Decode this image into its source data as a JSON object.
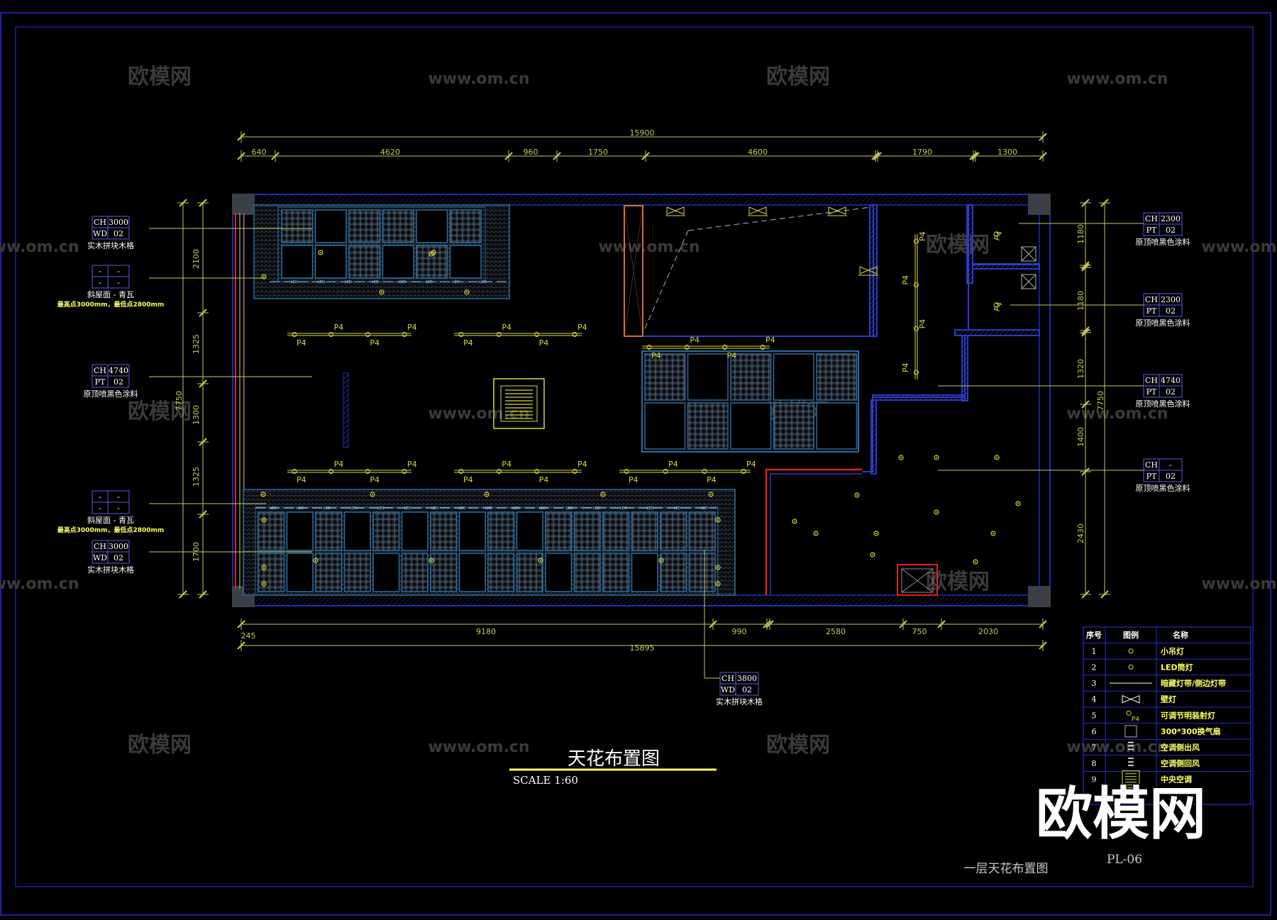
{
  "watermark": {
    "brand": "欧模网",
    "site": "www.om.cn",
    "logo": "欧模网"
  },
  "plan": {
    "title": "天花布置图",
    "scale": "SCALE 1:60",
    "sheet_name": "一层天花布置图",
    "sheet_no": "PL-06"
  },
  "dims": {
    "top_total": "15900",
    "top": [
      "640",
      "4620",
      "960",
      "1750",
      "4600",
      "1790",
      "1300"
    ],
    "bottom": [
      "245",
      "9180",
      "990",
      "2580",
      "750",
      "2030"
    ],
    "bottom_total": "15895",
    "left_total": "7750",
    "left": [
      "2100",
      "1325",
      "1300",
      "1325",
      "1700"
    ],
    "right_total": "7750",
    "right": [
      "1180",
      "1180",
      "1320",
      "1400",
      "2430"
    ]
  },
  "tags_left": [
    {
      "k1": "CH",
      "v1": "3000",
      "k2": "WD",
      "v2": "02",
      "desc": "实木拼块木格",
      "desc2": ""
    },
    {
      "k1": "-",
      "v1": "-",
      "k2": "-",
      "v2": "-",
      "desc": "斜屋面 - 青瓦",
      "desc2": "最高点3000mm，最低点2800mm"
    },
    {
      "k1": "CH",
      "v1": "4740",
      "k2": "PT",
      "v2": "02",
      "desc": "原顶喷黑色涂料",
      "desc2": ""
    },
    {
      "k1": "-",
      "v1": "-",
      "k2": "-",
      "v2": "-",
      "desc": "斜屋面 - 青瓦",
      "desc2": "最高点3000mm，最低点2800mm"
    },
    {
      "k1": "CH",
      "v1": "3000",
      "k2": "WD",
      "v2": "02",
      "desc": "实木拼块木格",
      "desc2": ""
    }
  ],
  "tags_right": [
    {
      "k1": "CH",
      "v1": "2300",
      "k2": "PT",
      "v2": "02",
      "desc": "原顶喷黑色涂料"
    },
    {
      "k1": "CH",
      "v1": "2300",
      "k2": "PT",
      "v2": "02",
      "desc": "原顶喷黑色涂料"
    },
    {
      "k1": "CH",
      "v1": "4740",
      "k2": "PT",
      "v2": "02",
      "desc": "原顶喷黑色涂料"
    },
    {
      "k1": "CH",
      "v1": "-",
      "k2": "PT",
      "v2": "02",
      "desc": "原顶喷黑色涂料"
    }
  ],
  "tag_bottom": {
    "k1": "CH",
    "v1": "3800",
    "k2": "WD",
    "v2": "02",
    "desc": "实木拼块木格"
  },
  "spot_label": "P4",
  "led_label": "LED",
  "legend": {
    "headers": [
      "序号",
      "图例",
      "名称"
    ],
    "rows": [
      {
        "no": "1",
        "icon": "pendant-lamp",
        "name": "小吊灯"
      },
      {
        "no": "2",
        "icon": "led-downlight",
        "name": "LED筒灯"
      },
      {
        "no": "3",
        "icon": "led-strip",
        "name": "暗藏灯带/侧边灯带"
      },
      {
        "no": "4",
        "icon": "wall-lamp",
        "name": "壁灯"
      },
      {
        "no": "5",
        "icon": "adjustable-spotlight",
        "name": "可调节明装射灯"
      },
      {
        "no": "6",
        "icon": "exhaust-fan",
        "name": "300*300换气扇"
      },
      {
        "no": "7",
        "icon": "ac-supply-vent",
        "name": "空调侧出风"
      },
      {
        "no": "8",
        "icon": "ac-return-vent",
        "name": "空调侧回风"
      },
      {
        "no": "9",
        "icon": "central-ac",
        "name": "中央空调"
      }
    ]
  },
  "colors": {
    "background": "#000000",
    "wall": "#1c2bb8",
    "grid_blue": "#2a6d9e",
    "lamp_yellow": "#d8d840",
    "dimension": "#c8c860",
    "tag_box": "#5a5ae6",
    "accent_red": "#e02020",
    "beam_orange": "#d07028",
    "title_yellow": "#ffff60",
    "frame": "#2a2ad0"
  }
}
